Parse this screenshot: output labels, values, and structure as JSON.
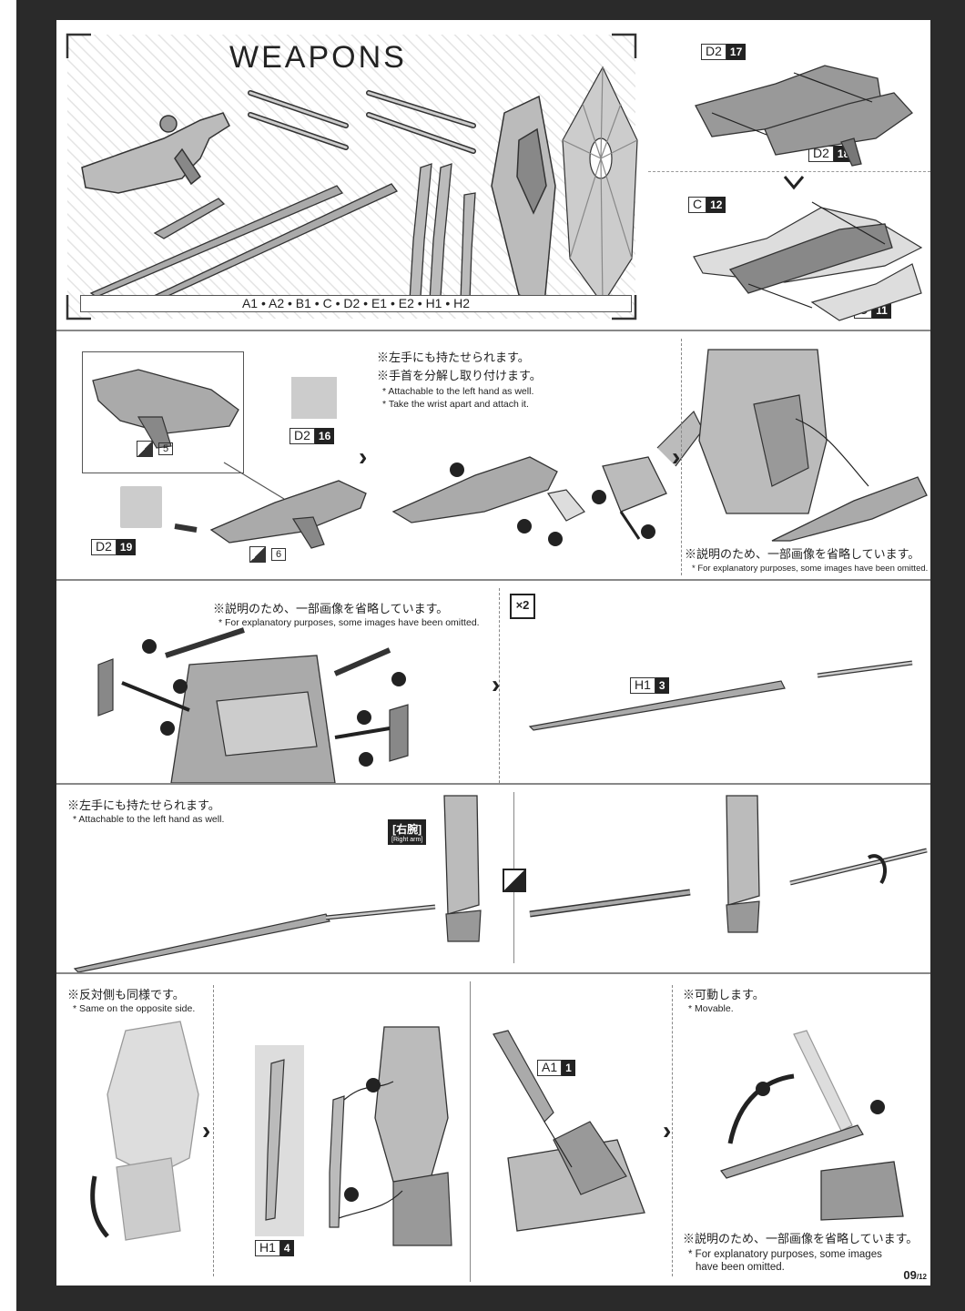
{
  "weapons": {
    "title": "WEAPONS",
    "parts_list": "A1 • A2 • B1 • C • D2 • E1 • E2 • H1 • H2"
  },
  "runner_tags": {
    "d2_17": {
      "letter": "D2",
      "num": "17"
    },
    "d2_18": {
      "letter": "D2",
      "num": "18"
    },
    "c_12": {
      "letter": "C",
      "num": "12"
    },
    "c_11": {
      "letter": "C",
      "num": "11"
    },
    "d2_16": {
      "letter": "D2",
      "num": "16"
    },
    "d2_19": {
      "letter": "D2",
      "num": "19"
    },
    "h1_3": {
      "letter": "H1",
      "num": "3"
    },
    "h1_4": {
      "letter": "H1",
      "num": "4"
    },
    "a1_1": {
      "letter": "A1",
      "num": "1"
    }
  },
  "sticker_nums": {
    "s5": "5",
    "s6": "6"
  },
  "notes": {
    "left_hand_jp": "※左手にも持たせられます。",
    "wrist_jp": "※手首を分解し取り付けます。",
    "left_hand_en": "* Attachable to the left hand as well.",
    "wrist_en": "* Take the wrist apart and attach it.",
    "omitted_jp": "※説明のため、一部画像を省略しています。",
    "omitted_en": "* For explanatory purposes, some images have been omitted.",
    "omitted_en_1": "* For explanatory purposes, some images",
    "omitted_en_2": "have been omitted.",
    "opposite_jp": "※反対側も同様です。",
    "opposite_en": "* Same on the opposite side.",
    "movable_jp": "※可動します。",
    "movable_en": "* Movable.",
    "right_arm_jp": "[右腕]",
    "right_arm_en": "[Right arm]"
  },
  "times_badge": "×2",
  "page": {
    "num": "09",
    "total": "/12"
  }
}
